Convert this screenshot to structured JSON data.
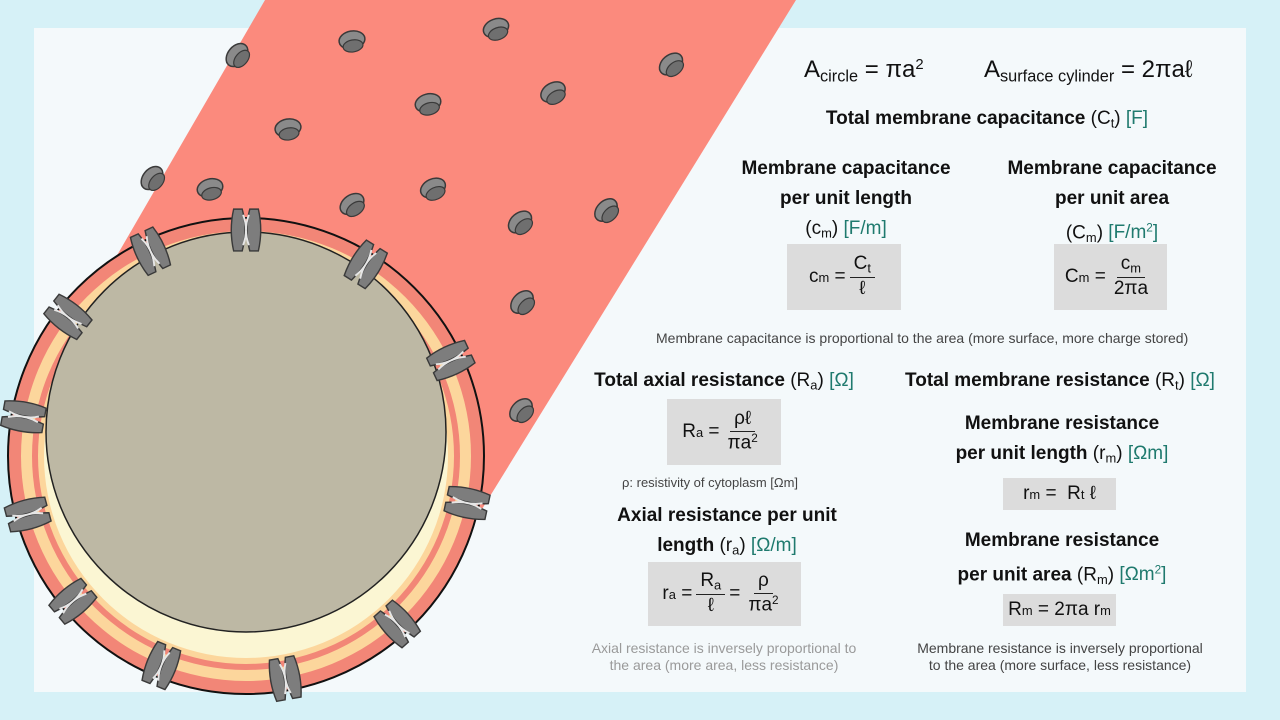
{
  "formulas_top": {
    "circle_A": "A",
    "circle_sub": "circle",
    "circle_rhs": "= πa",
    "circle_sup": "2",
    "surface_A": "A",
    "surface_sub": "surface cylinder",
    "surface_rhs": "= 2πaℓ"
  },
  "capacitance": {
    "total_title": "Total membrane capacitance",
    "total_sym": "(C",
    "total_sym_sub": "t",
    "total_sym_close": ")",
    "total_unit": "[F]",
    "per_length_title_1": "Membrane capacitance",
    "per_length_title_2": "per unit length",
    "per_length_sym": "(c",
    "per_length_sym_sub": "m",
    "per_length_sym_close": ")",
    "per_length_unit": "[F/m]",
    "per_length_lhs": "c",
    "per_length_lhs_sub": "m",
    "per_length_eq": "=",
    "per_length_num": "C",
    "per_length_num_sub": "t",
    "per_length_den": "ℓ",
    "per_area_title_1": "Membrane capacitance",
    "per_area_title_2": "per unit area",
    "per_area_sym": "(C",
    "per_area_sym_sub": "m",
    "per_area_sym_close": ")",
    "per_area_unit": "[F/m",
    "per_area_unit_sup": "2",
    "per_area_unit_close": "]",
    "per_area_lhs": "C",
    "per_area_lhs_sub": "m",
    "per_area_eq": "=",
    "per_area_num": "c",
    "per_area_num_sub": "m",
    "per_area_den": "2πa",
    "note": "Membrane capacitance is proportional to the area (more surface, more charge stored)"
  },
  "axial": {
    "total_title": "Total axial resistance",
    "total_sym": "(R",
    "total_sym_sub": "a",
    "total_sym_close": ")",
    "total_unit": "[Ω]",
    "total_lhs": "R",
    "total_lhs_sub": "a",
    "total_eq": "=",
    "total_num": "ρℓ",
    "total_den": "πa",
    "total_den_sup": "2",
    "rho_note": "ρ: resistivity of cytoplasm [Ωm]",
    "per_length_title_1": "Axial resistance per unit",
    "per_length_title_2": "length",
    "per_length_sym": "(r",
    "per_length_sym_sub": "a",
    "per_length_sym_close": ")",
    "per_length_unit": "[Ω/m]",
    "pl_lhs": "r",
    "pl_lhs_sub": "a",
    "pl_eq1": "=",
    "pl_num1": "R",
    "pl_num1_sub": "a",
    "pl_den1": "ℓ",
    "pl_eq2": "=",
    "pl_num2": "ρ",
    "pl_den2": "πa",
    "pl_den2_sup": "2",
    "note_1": "Axial resistance is inversely proportional to",
    "note_2": "the area (more area, less resistance)"
  },
  "membrane_resistance": {
    "total_title": "Total membrane resistance",
    "total_sym": "(R",
    "total_sym_sub": "t",
    "total_sym_close": ")",
    "total_unit": "[Ω]",
    "per_length_title_1": "Membrane resistance",
    "per_length_title_2": "per unit length",
    "per_length_sym": "(r",
    "per_length_sym_sub": "m",
    "per_length_sym_close": ")",
    "per_length_unit": "[Ωm]",
    "pl_lhs": "r",
    "pl_lhs_sub": "m",
    "pl_eq": "=",
    "pl_rhs": "R",
    "pl_rhs_sub": "t",
    "pl_rhs_tail": "ℓ",
    "per_area_title_1": "Membrane resistance",
    "per_area_title_2": "per unit area",
    "per_area_sym": "(R",
    "per_area_sym_sub": "m",
    "per_area_sym_close": ")",
    "per_area_unit": "[Ωm",
    "per_area_unit_sup": "2",
    "per_area_unit_close": "]",
    "pa_lhs": "R",
    "pa_lhs_sub": "m",
    "pa_rhs": "= 2πa r",
    "pa_rhs_sub": "m",
    "note_1": "Membrane resistance is inversely proportional",
    "note_2": "to the area (more surface, less resistance)"
  },
  "colors": {
    "background": "#d6f1f7",
    "panel": "#f4f9fb",
    "axon_body": "#fb8a7d",
    "membrane_outer": "#f28677",
    "membrane_inner": "#fcd69c",
    "cytoplasm": "#bdb8a4",
    "cytoplasm_highlight": "#fbf6d3",
    "channel": "#7d7d7d",
    "unit_text": "#1f7a6e",
    "formula_box": "#dcdcdc"
  }
}
